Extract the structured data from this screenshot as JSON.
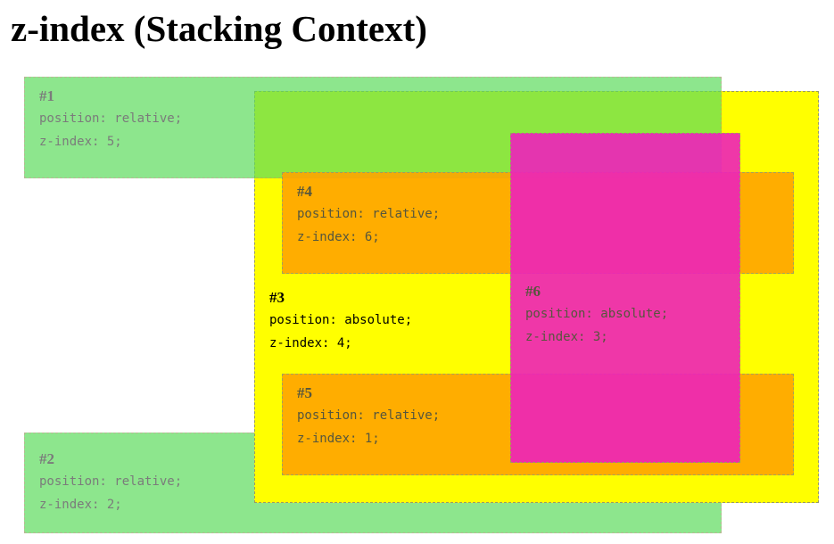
{
  "page": {
    "title": "z-index (Stacking Context)"
  },
  "boxes": {
    "box1": {
      "label": "#1",
      "position": "position: relative;",
      "zindex": "z-index: 5;",
      "color": "#5ddc5d"
    },
    "box2": {
      "label": "#2",
      "position": "position: relative;",
      "zindex": "z-index: 2;",
      "color": "#5ddc5d"
    },
    "box3": {
      "label": "#3",
      "position": "position: absolute;",
      "zindex": "z-index: 4;",
      "color": "#ffff00"
    },
    "box4": {
      "label": "#4",
      "position": "position: relative;",
      "zindex": "z-index: 6;",
      "color": "#ffa500"
    },
    "box5": {
      "label": "#5",
      "position": "position: relative;",
      "zindex": "z-index: 1;",
      "color": "#ffa500"
    },
    "box6": {
      "label": "#6",
      "position": "position: absolute;",
      "zindex": "z-index: 3;",
      "color": "#ee22bb"
    }
  }
}
